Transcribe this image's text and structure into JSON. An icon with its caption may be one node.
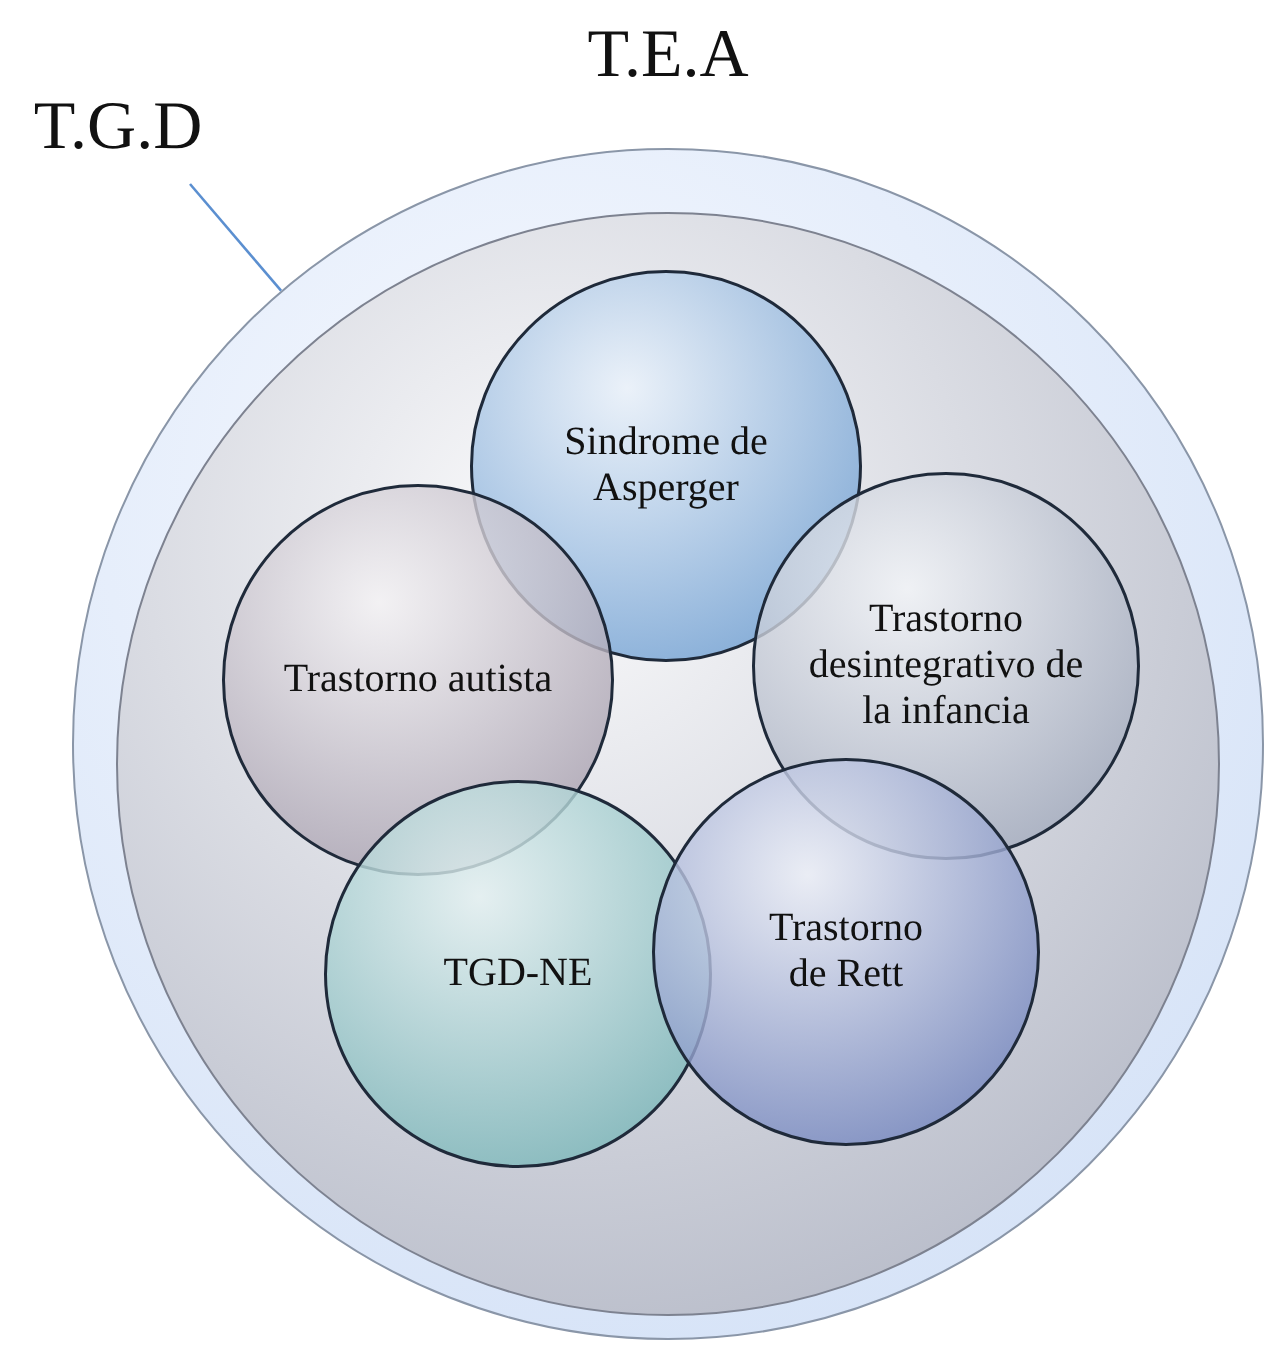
{
  "diagram": {
    "nodes": [
      {
        "text": [],
        "shape": "circle"
      },
      {
        "text": [
          "T.G.D"
        ]
      },
      {
        "text": [
          "T.E.A"
        ],
        "in": 0
      },
      {
        "text": [
          "Sindrome de Asperger"
        ],
        "in": 2
      },
      {
        "text": [
          "Trastorno autista"
        ],
        "in": 2
      },
      {
        "text": [
          "Trastorno desintegrativo de la infancia"
        ],
        "in": 2
      },
      {
        "text": [
          "TGD-NE"
        ],
        "in": 2
      },
      {
        "text": [
          "Trastorno de Rett"
        ],
        "in": 2
      }
    ],
    "edges": [
      {
        "from": 1,
        "to": 0,
        "arrow": "none"
      }
    ]
  }
}
